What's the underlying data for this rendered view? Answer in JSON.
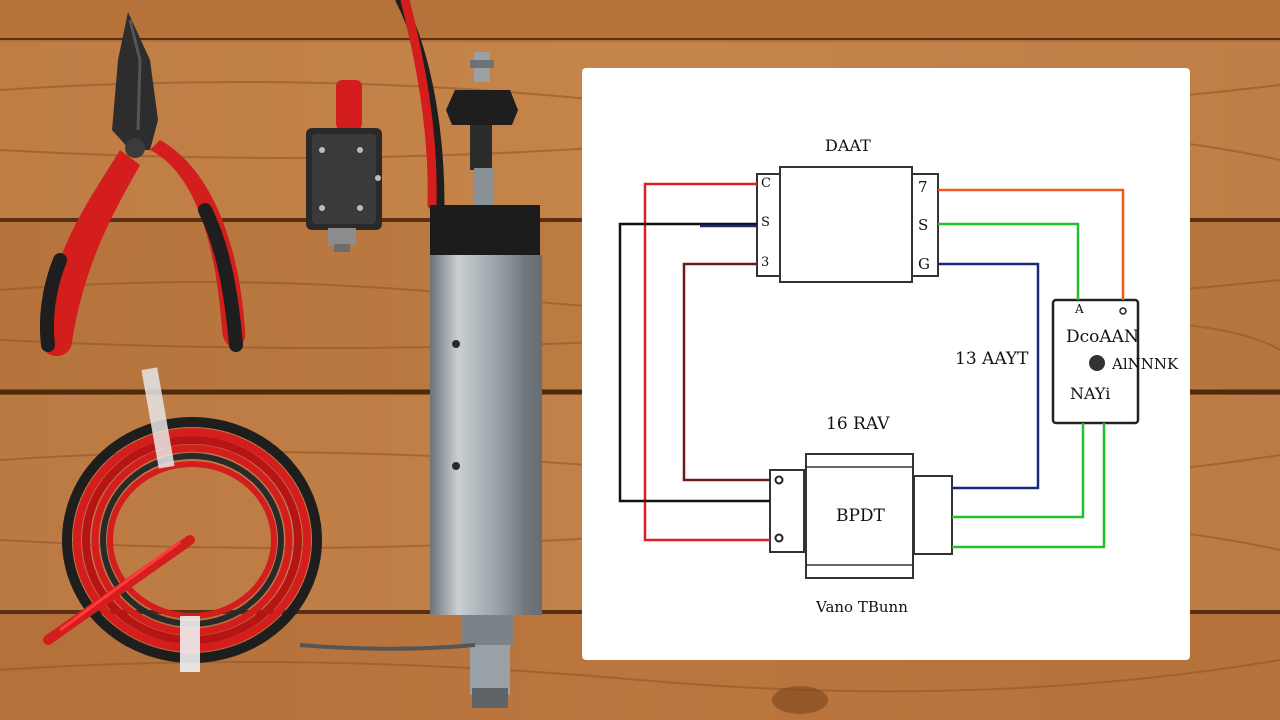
{
  "scene": {
    "description_items": [
      "pliers-icon",
      "toggle-switch-icon",
      "linear-actuator-icon",
      "wire-coil-icon"
    ],
    "colors": {
      "wood_light": "#c98a4b",
      "wood_dark": "#7a4620",
      "wire_red": "#e01b1b",
      "wire_dark": "#2a2a2a",
      "paper": "#ffffff"
    }
  },
  "diagram": {
    "top_block_title": "DAAT",
    "top_left_pins": [
      "C",
      "S",
      "3"
    ],
    "top_right_pins": [
      "7",
      "S",
      "G"
    ],
    "voltage_label": "13 AAYT",
    "bottom_block_title": "16 RAV",
    "bottom_block_label": "BPDT",
    "right_block_lines": [
      "DcoAAN",
      "AlNNNK",
      "NAYi"
    ],
    "right_block_pin_top_left": "A",
    "footer_label": "Vano TBunn",
    "wire_colors": {
      "red": "#e02020",
      "navy": "#1a2a7a",
      "orange": "#ee5a1a",
      "green": "#22c02a",
      "black": "#111111",
      "maroon": "#6a1a1a"
    }
  }
}
